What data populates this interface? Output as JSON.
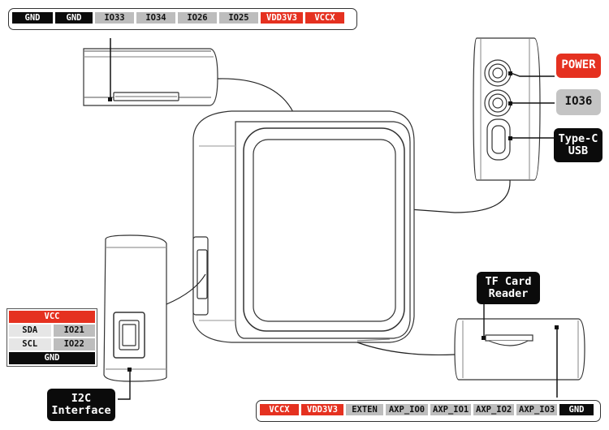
{
  "top_pins": [
    {
      "label": "GND",
      "style": "black"
    },
    {
      "label": "GND",
      "style": "black"
    },
    {
      "label": "IO33",
      "style": "gray"
    },
    {
      "label": "IO34",
      "style": "gray"
    },
    {
      "label": "IO26",
      "style": "gray"
    },
    {
      "label": "IO25",
      "style": "gray"
    },
    {
      "label": "VDD3V3",
      "style": "red"
    },
    {
      "label": "VCCX",
      "style": "red"
    }
  ],
  "bottom_pins": [
    {
      "label": "VCCX",
      "style": "red"
    },
    {
      "label": "VDD3V3",
      "style": "red"
    },
    {
      "label": "EXTEN",
      "style": "gray"
    },
    {
      "label": "AXP_IO0",
      "style": "gray"
    },
    {
      "label": "AXP_IO1",
      "style": "gray"
    },
    {
      "label": "AXP_IO2",
      "style": "gray"
    },
    {
      "label": "AXP_IO3",
      "style": "gray"
    },
    {
      "label": "GND",
      "style": "black"
    }
  ],
  "right_labels": {
    "power": "POWER",
    "io36": "IO36",
    "typec": "Type-C\nUSB"
  },
  "tf_card_label": "TF Card\nReader",
  "i2c_label": "I2C\nInterface",
  "grove": {
    "vcc": "VCC",
    "sda": "SDA",
    "sda_pin": "IO21",
    "scl": "SCL",
    "scl_pin": "IO22",
    "gnd": "GND"
  },
  "colors": {
    "red": "#e53120",
    "black": "#0b0b0b",
    "gray": "#bdbdbd"
  }
}
